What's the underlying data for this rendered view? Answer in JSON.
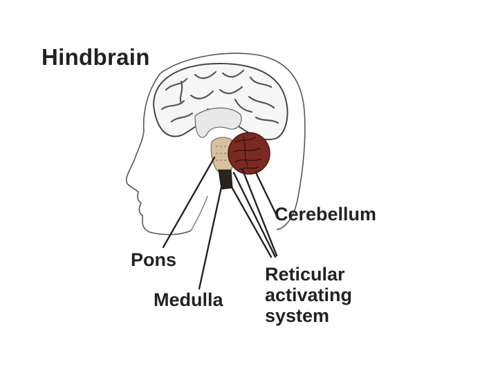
{
  "title": "Hindbrain",
  "labels": {
    "cerebellum": "Cerebellum",
    "pons": "Pons",
    "medulla": "Medulla",
    "ras_line1": "Reticular",
    "ras_line2": "activating",
    "ras_line3": "system"
  },
  "colors": {
    "ink": "#222222",
    "cerebellum": "#7a2a22",
    "cerebellum_dark": "#4a1510",
    "pons": "#d8bfa0",
    "medulla": "#2a2420"
  }
}
